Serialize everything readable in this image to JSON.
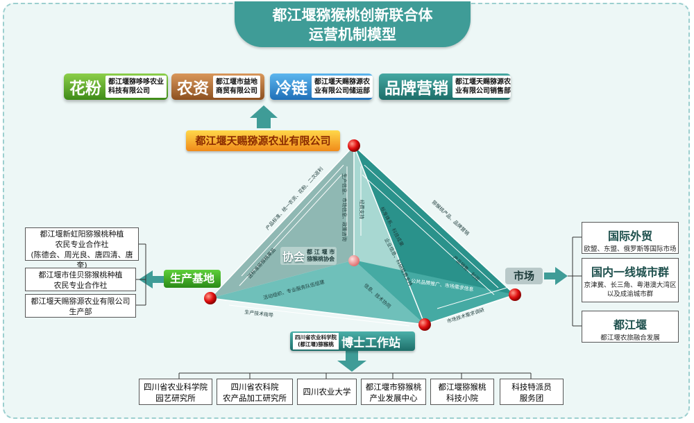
{
  "title": {
    "line1": "都江堰猕猴桃创新联合体",
    "line2": "运营机制模型"
  },
  "top_tags": [
    {
      "big": "花粉",
      "small1": "都江堰猕哆哆农业",
      "small2": "科技有限公司"
    },
    {
      "big": "农资",
      "small1": "都江堰市益地",
      "small2": "商贸有限公司"
    },
    {
      "big": "冷链",
      "small1": "都江堰天赐猕源农",
      "small2": "业有限公司储运部"
    },
    {
      "big": "品牌营销",
      "small1": "都江堰天赐猕源农",
      "small2": "业有限公司销售部"
    }
  ],
  "company": "都江堰天赐猕源农业有限公司",
  "association": {
    "name": "协会",
    "sub1": "都 江 堰 市",
    "sub2": "猕猴桃协会"
  },
  "production_base": {
    "label": "生产基地",
    "boxes": [
      {
        "l1": "都江堰新虹阳猕猴桃种植",
        "l2": "农民专业合作社",
        "l3": "(陈德会、周光良、唐四清、唐奎)"
      },
      {
        "l1": "都江堰市佳贝猕猴桃种植",
        "l2": "农民专业合作社"
      },
      {
        "l1": "都江堰天赐猕源农业有限公司",
        "l2": "生产部"
      }
    ]
  },
  "market": {
    "label": "市场",
    "boxes": [
      {
        "head": "国际外贸",
        "sub1": "欧盟、东盟、俄罗斯等国际市场"
      },
      {
        "head": "国内一线城市群",
        "sub1": "京津冀、长三角、粤港澳大湾区",
        "sub2": "以及成渝城市群"
      },
      {
        "head": "都江堰",
        "sub1": "都江堰农旅融合发展"
      }
    ]
  },
  "station": {
    "small1": "四川省农业科学院",
    "small2": "(都江堰)猕猴桃",
    "big": "博士工作站"
  },
  "bottom_boxes": [
    {
      "l1": "四川省农业科学院",
      "l2": "园艺研究所"
    },
    {
      "l1": "四川省农科院",
      "l2": "农产品加工研究所"
    },
    {
      "l1": "四川农业大学"
    },
    {
      "l1": "都江堰市猕猴桃",
      "l2": "产业发展中心"
    },
    {
      "l1": "都江堰猕猴桃",
      "l2": "科技小院"
    },
    {
      "l1": "科技特派员",
      "l2": "服务团"
    }
  ],
  "edge_labels": {
    "apex_base": "产品标准、统一农资、花粉、二次返利",
    "base_apex": "送标准猕猴桃果品",
    "apex_market": "猕猴桃产品、品牌营销",
    "market_apex": "产品销售、利润",
    "apex_assoc_1": "生产信息、市场信息、政策咨询",
    "apex_assoc_2": "经费支持",
    "assoc_market_1": "标准体系、科技成果",
    "assoc_market_2": "企业信息、科研经费支持",
    "assoc_base": "活动组织、专业服务队伍组建",
    "assoc_station": "信息、技术协同",
    "station_market_1": "公共品牌推广、市场需求信息",
    "station_market_2": "市场技术需求调研",
    "station_base": "生产技术指导"
  },
  "colors": {
    "teal": "#3f9c97",
    "frame": "#edf7f6",
    "orange": "#f08a1a"
  }
}
